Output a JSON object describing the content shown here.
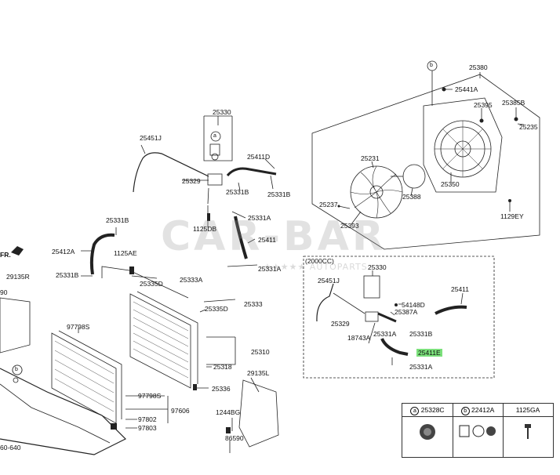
{
  "watermark": {
    "main": "CAR-BAR",
    "sub": "★★★★★ AUTOPARTS"
  },
  "labels": {
    "p25380": "25380",
    "p25441A": "25441A",
    "p25395": "25395",
    "p25385B": "25385B",
    "p25235": "25235",
    "p25231": "25231",
    "p25388": "25388",
    "p25350": "25350",
    "p25237": "25237",
    "p25393": "25393",
    "p1129EY": "1129EY",
    "p25330": "25330",
    "p25451J": "25451J",
    "p25411D": "25411D",
    "p25329": "25329",
    "p25331B_a": "25331B",
    "p25331B_b": "25331B",
    "p25331A_a": "25331A",
    "p1125DB": "1125DB",
    "p25411": "25411",
    "p25331B_c": "25331B",
    "p25412A": "25412A",
    "p1125AE": "1125AE",
    "p25331B_d": "25331B",
    "p25333A": "25333A",
    "p25335D_a": "25335D",
    "p25331A_b": "25331A",
    "p29135R": "29135R",
    "p90": "90",
    "p97798S_a": "97798S",
    "p25333": "25333",
    "p25335D_b": "25335D",
    "p25310": "25310",
    "p25318": "25318",
    "p25336": "25336",
    "p29135L": "29135L",
    "p97798S_b": "97798S",
    "p97606": "97606",
    "p97802": "97802",
    "p97803": "97803",
    "p1244BG": "1244BG",
    "p86590": "86590",
    "p60640": "60-640",
    "fr": "FR.",
    "cc_title": "(2000CC)",
    "cc_25330": "25330",
    "cc_25451J": "25451J",
    "cc_54148D": "54148D",
    "cc_25387A": "25387A",
    "cc_25411": "25411",
    "cc_25329": "25329",
    "cc_18743A": "18743A",
    "cc_25331A_a": "25331A",
    "cc_25331B": "25331B",
    "cc_25411E": "25411E",
    "cc_25331A_b": "25331A"
  },
  "markers": {
    "a": "a",
    "b": "b"
  },
  "legend": {
    "cols": [
      {
        "marker": "a",
        "code": "25328C"
      },
      {
        "marker": "b",
        "code": "22412A"
      },
      {
        "marker": "",
        "code": "1125GA"
      }
    ]
  },
  "colors": {
    "line": "#222222",
    "highlight": "#7be07b"
  }
}
